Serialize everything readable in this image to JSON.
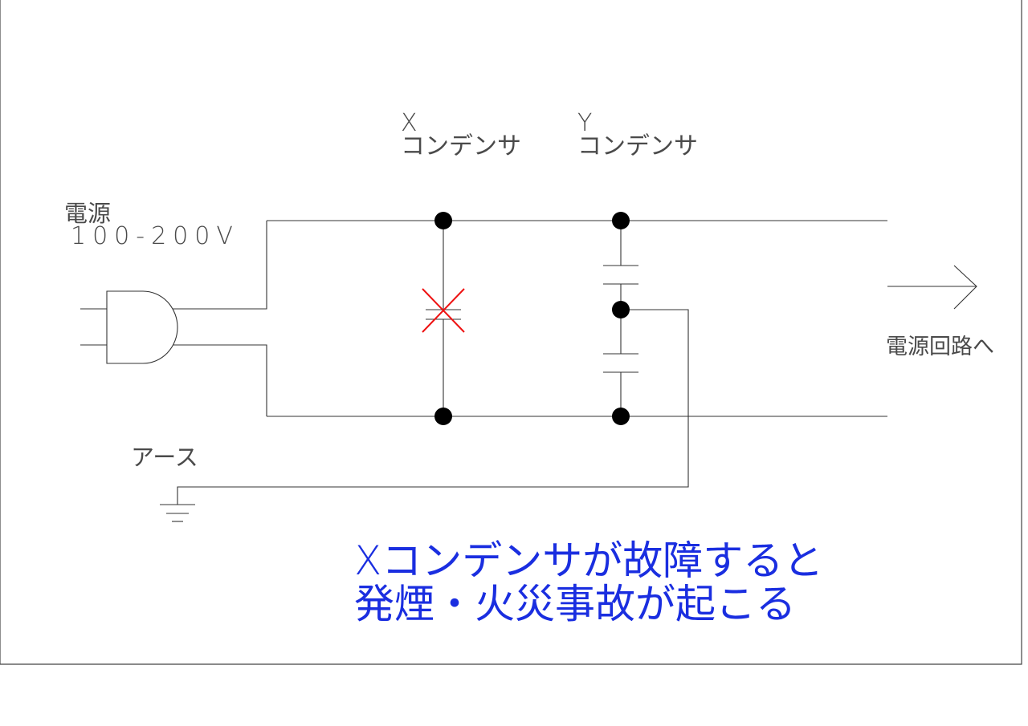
{
  "labels": {
    "x_cap_letter": "X",
    "x_cap_name": "コンデンサ",
    "y_cap_letter": "Y",
    "y_cap_name": "コンデンサ",
    "power_source": "電源",
    "voltage": "100-200V",
    "to_power_circuit": "電源回路へ",
    "earth": "アース"
  },
  "caption": {
    "line1": "Xコンデンサが故障すると",
    "line2": "発煙・火災事故が起こる"
  },
  "colors": {
    "wire": "#333333",
    "label": "#4a4a4a",
    "caption": "#1a2ee0",
    "fault_mark": "#ee1111",
    "node": "#000000"
  },
  "icons": {
    "plug": "plug-icon",
    "fault": "x-mark-icon",
    "ground": "ground-icon",
    "arrow": "arrow-right-icon"
  }
}
